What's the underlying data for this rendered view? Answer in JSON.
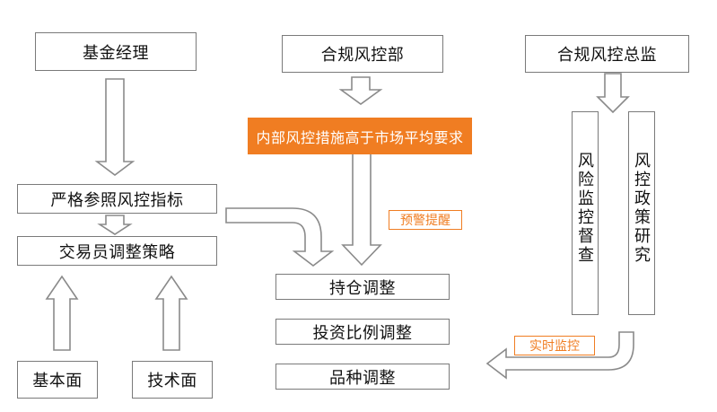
{
  "left": {
    "manager": "基金经理",
    "strict_ref": "严格参照风控指标",
    "trader_strategy": "交易员调整策略",
    "fundamental": "基本面",
    "technical": "技术面"
  },
  "middle": {
    "compliance_dept": "合规风控部",
    "internal_measures": "内部风控措施高于市场平均要求",
    "warning_tag": "预警提醒",
    "position_adjust": "持仓调整",
    "investment_ratio": "投资比例调整",
    "variety_adjust": "品种调整"
  },
  "right": {
    "director": "合规风控总监",
    "risk_supervision": "风险监控督查",
    "policy_research": "风控政策研究",
    "realtime_tag": "实时监控"
  },
  "colors": {
    "accent": "#f07d22",
    "border": "#7a7a7a"
  }
}
